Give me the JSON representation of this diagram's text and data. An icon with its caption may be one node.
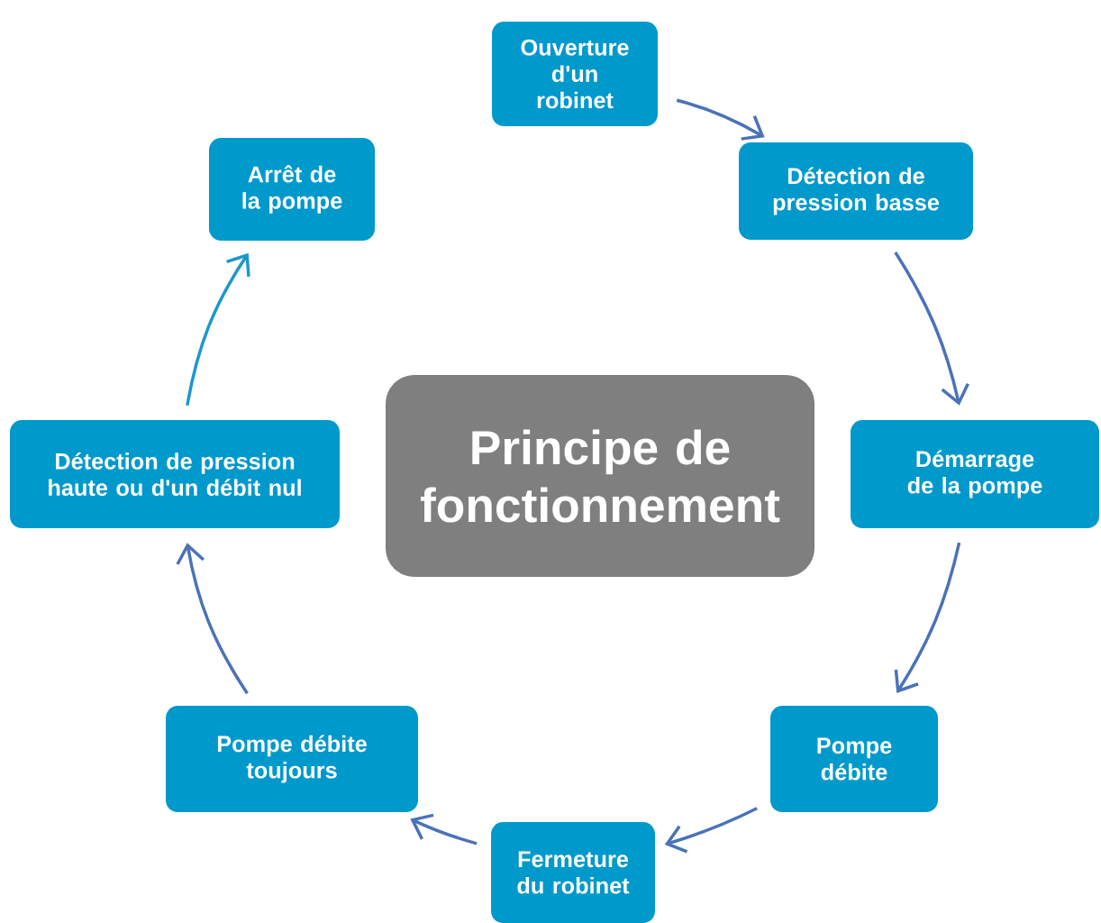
{
  "diagram": {
    "nodes": [
      {
        "text": [
          "Ouverture d'un robinet"
        ]
      },
      {
        "text": [
          "Détection de pression basse"
        ]
      },
      {
        "text": [
          "Démarrage de la pompe"
        ]
      },
      {
        "text": [
          "Pompe débite"
        ]
      },
      {
        "text": [
          "Fermeture du robinet"
        ]
      },
      {
        "text": [
          "Pompe débite toujours"
        ]
      },
      {
        "text": [
          "Détection de pression haute ou d'un débit nul"
        ]
      },
      {
        "text": [
          "Arrêt de la pompe"
        ]
      },
      {
        "text": [
          "Principe de fonctionnement"
        ]
      }
    ],
    "edges": [
      {
        "from": 0,
        "to": 1,
        "arrow": "to"
      },
      {
        "from": 1,
        "to": 2,
        "arrow": "to"
      },
      {
        "from": 2,
        "to": 3,
        "arrow": "to"
      },
      {
        "from": 3,
        "to": 4,
        "arrow": "to"
      },
      {
        "from": 4,
        "to": 5,
        "arrow": "to"
      },
      {
        "from": 5,
        "to": 6,
        "arrow": "to"
      },
      {
        "from": 6,
        "to": 7,
        "arrow": "to",
        "color": "#1b98cc"
      }
    ]
  }
}
